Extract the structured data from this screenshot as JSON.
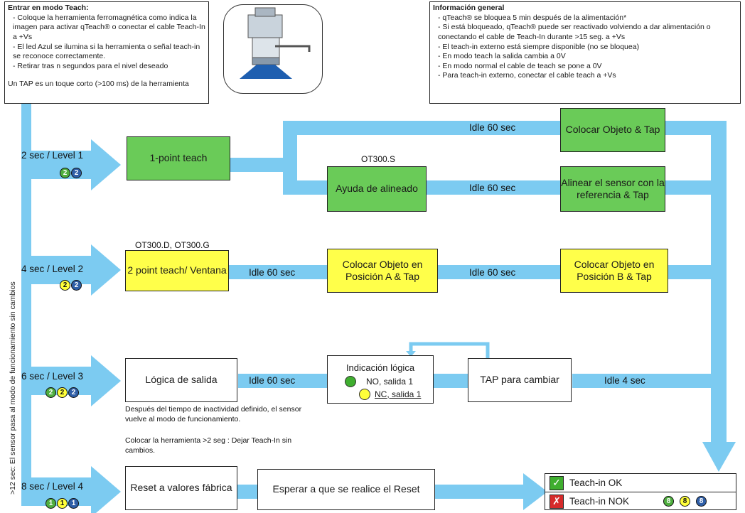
{
  "teach_box": {
    "title": "Entrar en modo Teach:",
    "items": [
      "- Coloque la herramienta ferromagnética como indica la imagen para activar qTeach® o conectar el cable Teach-In a +Vs",
      "- El led Azul se ilumina si la herramienta o señal teach-in se reconoce correctamente.",
      "- Retirar tras n segundos para el nivel deseado"
    ],
    "tap_note": "Un TAP es un toque corto (>100 ms) de la herramienta"
  },
  "info_box": {
    "title": "Información general",
    "items": [
      "- qTeach® se bloquea 5 min después de la alimentación*",
      "- Si está bloqueado, qTeach® puede ser reactivado volviendo a dar alimentación o conectando el cable de Teach-In durante >15 seg. a +Vs",
      "- El teach-in externo está siempre disponible (no se bloquea)",
      "- En modo teach la salida cambia a 0V",
      "- En modo normal el cable de teach se pone a 0V",
      "- Para teach-in externo, conectar el cable teach a +Vs"
    ]
  },
  "levels": [
    {
      "label": "2 sec / Level 1",
      "leds": [
        {
          "c": "g",
          "n": "2"
        },
        {
          "c": "b",
          "n": "2"
        }
      ]
    },
    {
      "label": "4 sec / Level 2",
      "leds": [
        {
          "c": "y",
          "n": "2"
        },
        {
          "c": "b",
          "n": "2"
        }
      ]
    },
    {
      "label": "6 sec / Level 3",
      "leds": [
        {
          "c": "g",
          "n": "2"
        },
        {
          "c": "y",
          "n": "2"
        },
        {
          "c": "b",
          "n": "2"
        }
      ]
    },
    {
      "label": "8 sec / Level 4",
      "leds": [
        {
          "c": "g",
          "n": "1"
        },
        {
          "c": "y",
          "n": "1"
        },
        {
          "c": "b",
          "n": "1"
        }
      ]
    }
  ],
  "vertical_note": ">12 sec: El sensor pasa al modo de funcionamiento sin cambios",
  "boxes": {
    "one_point": "1-point teach",
    "colocar_tap": "Colocar Objeto & Tap",
    "ayuda": "Ayuda de alineado",
    "alinear": "Alinear el sensor con la referencia & Tap",
    "two_point": "2 point teach/ Ventana",
    "pos_a": "Colocar Objeto en Posición A & Tap",
    "pos_b": "Colocar Objeto en Posición B & Tap",
    "logica": "Lógica de salida",
    "indicacion_title": "Indicación lógica",
    "no_salida": "NO, salida 1",
    "nc_salida": "NC, salida 1",
    "tap_cambiar": "TAP para cambiar",
    "reset": "Reset a valores fábrica",
    "esperar": "Esperar a que se realice el Reset",
    "teach_ok": "Teach-in OK",
    "teach_nok": "Teach-in NOK"
  },
  "edge_labels": {
    "idle1": "Idle 60 sec",
    "idle2": "Idle 60 sec",
    "idle3": "Idle 60 sec",
    "idle4": "Idle 60 sec",
    "idle5": "Idle 60 sec",
    "idle6": "Idle 4 sec"
  },
  "models": {
    "ot300s": "OT300.S",
    "ot300dg": "OT300.D, OT300.G"
  },
  "notes": {
    "inactivity": "Después del tiempo de inactividad definido, el sensor vuelve al modo de funcionamiento.",
    "tool": "Colocar la herramienta >2 seg : Dejar Teach-In sin cambios."
  },
  "nok_leds": [
    {
      "c": "g",
      "n": "8"
    },
    {
      "c": "y",
      "n": "8"
    },
    {
      "c": "b",
      "n": "8"
    }
  ],
  "colors": {
    "arrow": "#7ccbf1",
    "green": "#6acb58",
    "yellow": "#ffff4a",
    "blue_led": "#2f5fa8"
  }
}
